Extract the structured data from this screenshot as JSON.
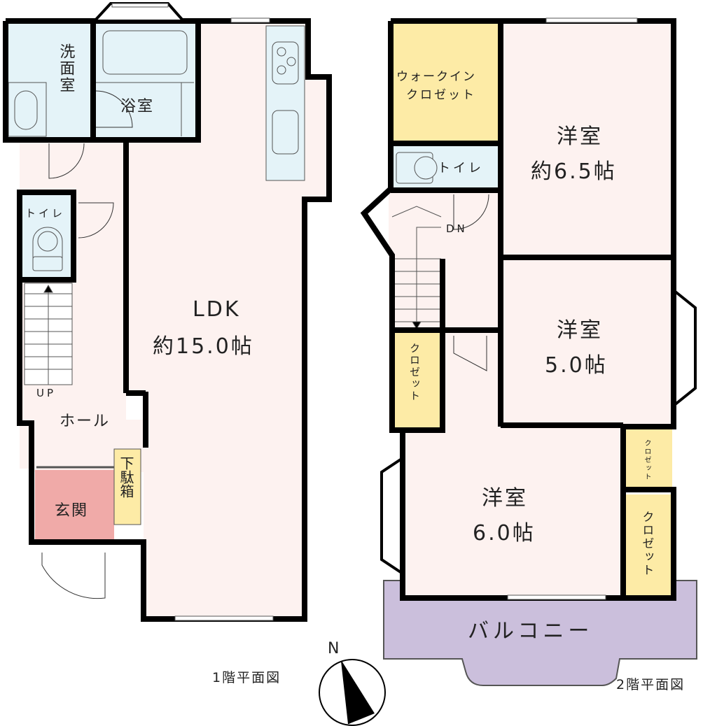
{
  "colors": {
    "floor": "#fdf2f0",
    "wet": "#e4f3f8",
    "closet": "#fdeba6",
    "entrance": "#f0aaa8",
    "balcony": "#cbbfdc",
    "wall": "#000000"
  },
  "floor1": {
    "caption": "1階平面図",
    "rooms": {
      "washroom": "洗面室",
      "bath": "浴室",
      "toilet": "トイレ",
      "ldk_name": "LDK",
      "ldk_size": "約15.0帖",
      "hall": "ホール",
      "entrance": "玄関",
      "shoebox": "下駄箱",
      "stairs_up": "UP"
    }
  },
  "floor2": {
    "caption": "2階平面図",
    "rooms": {
      "wic_line1": "ウォークイン",
      "wic_line2": "クロゼット",
      "toilet": "トイレ",
      "stairs_down": "DN",
      "room_a_name": "洋室",
      "room_a_size": "約6.5帖",
      "room_b_name": "洋室",
      "room_b_size": "5.0帖",
      "room_c_name": "洋室",
      "room_c_size": "6.0帖",
      "closet_left": "クロゼット",
      "closet_right_small": "クロゼット",
      "closet_right": "クロゼット",
      "balcony": "バルコニー"
    }
  },
  "compass": {
    "north_label": "N"
  }
}
